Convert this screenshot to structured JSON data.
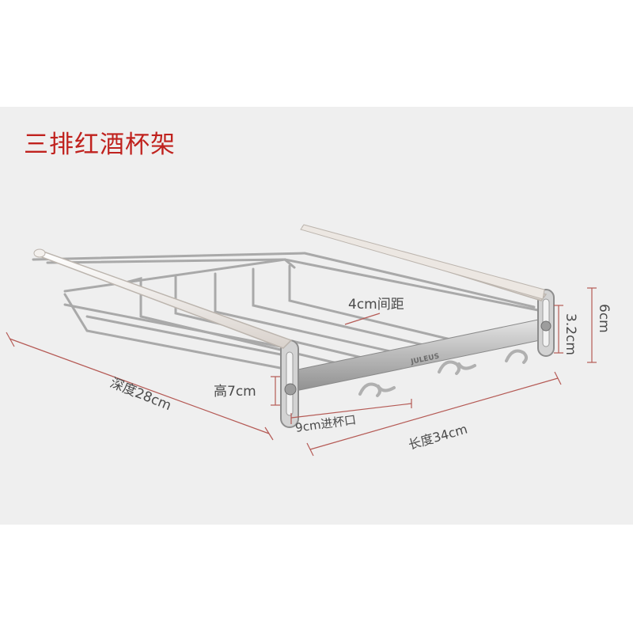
{
  "title": "三排红酒杯架",
  "labels": {
    "spacing": "4cm间距",
    "slot_height": "3.2cm",
    "total_height": "6cm",
    "depth": "深度28cm",
    "height": "高7cm",
    "opening": "9cm进杯口",
    "length": "长度34cm",
    "brand": "JULEUS"
  },
  "colors": {
    "title": "#c0221e",
    "dimension_line": "#b55a55",
    "background_panel": "#efefef"
  }
}
